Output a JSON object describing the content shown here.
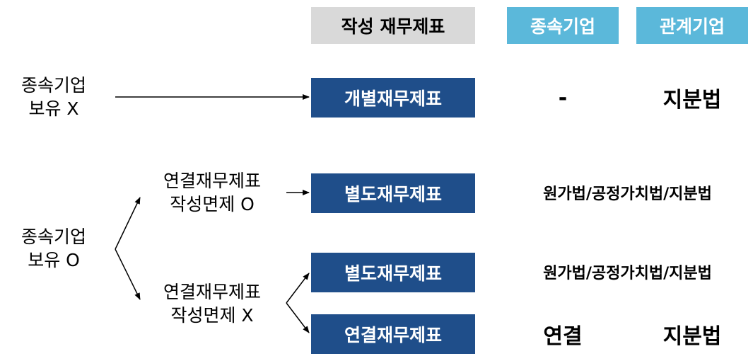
{
  "headers": {
    "statement": "작성 재무제표",
    "subsidiary": "종속기업",
    "associate": "관계기업"
  },
  "left_labels": {
    "no_subsidiary": [
      "종속기업",
      "보유 X"
    ],
    "has_subsidiary": [
      "종속기업",
      "보유 O"
    ]
  },
  "middle_labels": {
    "exempt_yes": [
      "연결재무제표",
      "작성면제 O"
    ],
    "exempt_no": [
      "연결재무제표",
      "작성면제 X"
    ]
  },
  "rows": [
    {
      "statement": "개별재무제표",
      "subsidiary": "-",
      "associate": "지분법"
    },
    {
      "statement": "별도재무제표",
      "combined": "원가법/공정가치법/지분법"
    },
    {
      "statement": "별도재무제표",
      "combined": "원가법/공정가치법/지분법"
    },
    {
      "statement": "연결재무제표",
      "subsidiary": "연결",
      "associate": "지분법"
    }
  ],
  "colors": {
    "header_gray": "#d9d9d9",
    "header_blue": "#5bb8da",
    "box_navy": "#1f4e8a"
  }
}
